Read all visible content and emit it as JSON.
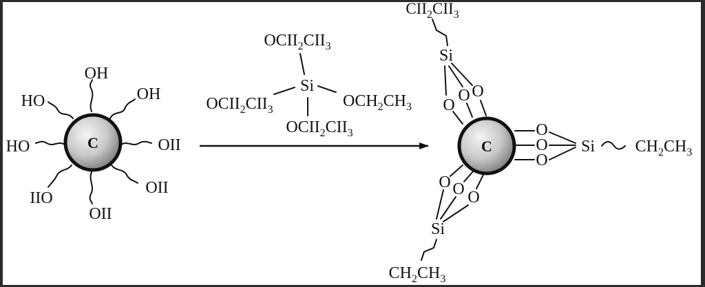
{
  "left_particle": {
    "core_label": "C",
    "groups": [
      "OH",
      "OH",
      "HO",
      "HO",
      "OII",
      "OII",
      "OII",
      "IIO"
    ]
  },
  "silane": {
    "center": "Si",
    "top": "OCII2CII3",
    "left": "OCII2CII3",
    "right": "OCH2CH3",
    "bottom": "OCII2CII3"
  },
  "right_particle": {
    "core_label": "C",
    "si_label": "Si",
    "oxygen_label": "O",
    "top_chain": "CII2CII3",
    "right_chain": "CH2CH3",
    "bottom_chain": "CH2CH3"
  },
  "colors": {
    "line": "#111111",
    "core_light": "#f4f4f4",
    "core_dark": "#7a7a7a",
    "frame": "#2b2b2b"
  }
}
